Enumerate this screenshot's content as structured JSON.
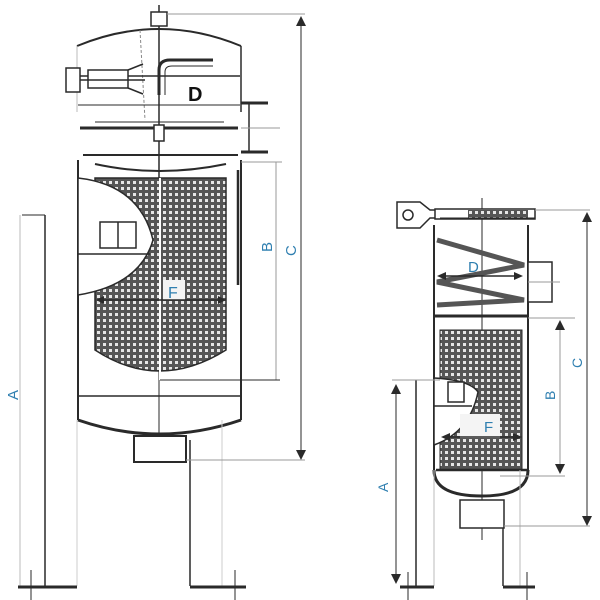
{
  "diagram": {
    "title": "Bag filter housing dimensional drawing",
    "colors": {
      "line": "#2a2a2a",
      "thin": "#9a9a9a",
      "mesh_dark": "#444444",
      "mesh_light": "#d8d8d8",
      "dimension_label": "#2f7fb0",
      "body_label": "#111111"
    },
    "large_unit": {
      "labels": {
        "D": "D",
        "F": "F",
        "A": "A",
        "B": "B",
        "C": "C"
      }
    },
    "small_unit": {
      "labels": {
        "D": "D",
        "F": "F",
        "A": "A",
        "B": "B",
        "C": "C"
      }
    }
  }
}
